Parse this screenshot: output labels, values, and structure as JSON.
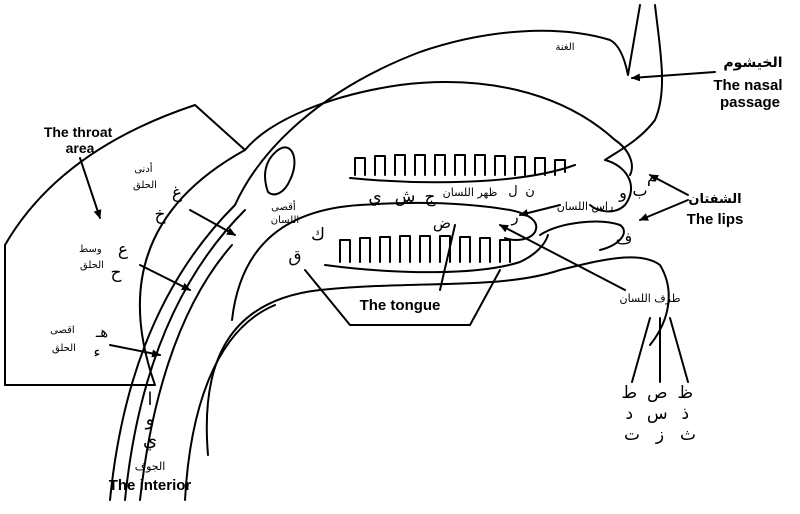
{
  "labels": {
    "throat_area": [
      "The throat",
      "area"
    ],
    "nasal_passage_ar": "الخيشوم",
    "nasal_passage": [
      "The nasal",
      "passage"
    ],
    "ghunna": "الغنة",
    "lips_ar": "الشفتان",
    "lips": "The lips",
    "tongue": "The tongue",
    "interior_ar": "الجوف",
    "interior": "The interior",
    "tongue_tip_ar": "طرف اللسان",
    "tongue_head_ar": "راس اللسان",
    "tongue_back_ar": "ظهر اللسان",
    "far_tongue_ar": [
      "أقصى",
      "اللسان"
    ],
    "throat_near_ar": [
      "أدنى",
      "الحلق"
    ],
    "throat_middle_ar": [
      "وسط",
      "الحلق"
    ],
    "throat_far_ar": [
      "اقصى",
      "الحلق"
    ]
  },
  "letters": {
    "ghain": "غ",
    "khaa": "خ",
    "ain": "ع",
    "haa_throat": "ح",
    "haa": "هـ",
    "hamza": "ء",
    "alif": "ا",
    "waw_int": "و",
    "yaa_int": "ي",
    "kaf": "ك",
    "qaf": "ق",
    "jeem": "ج",
    "sheen": "ش",
    "yaa": "ي",
    "noon": "ن",
    "lam": "ل",
    "raa": "ر",
    "dad": "ض",
    "meem": "م",
    "waw": "و",
    "baa": "ب",
    "faa": "ف",
    "col1": [
      "ط",
      "د",
      "ت"
    ],
    "col2": [
      "ص",
      "س",
      "ز"
    ],
    "col3": [
      "ظ",
      "ذ",
      "ث"
    ]
  }
}
